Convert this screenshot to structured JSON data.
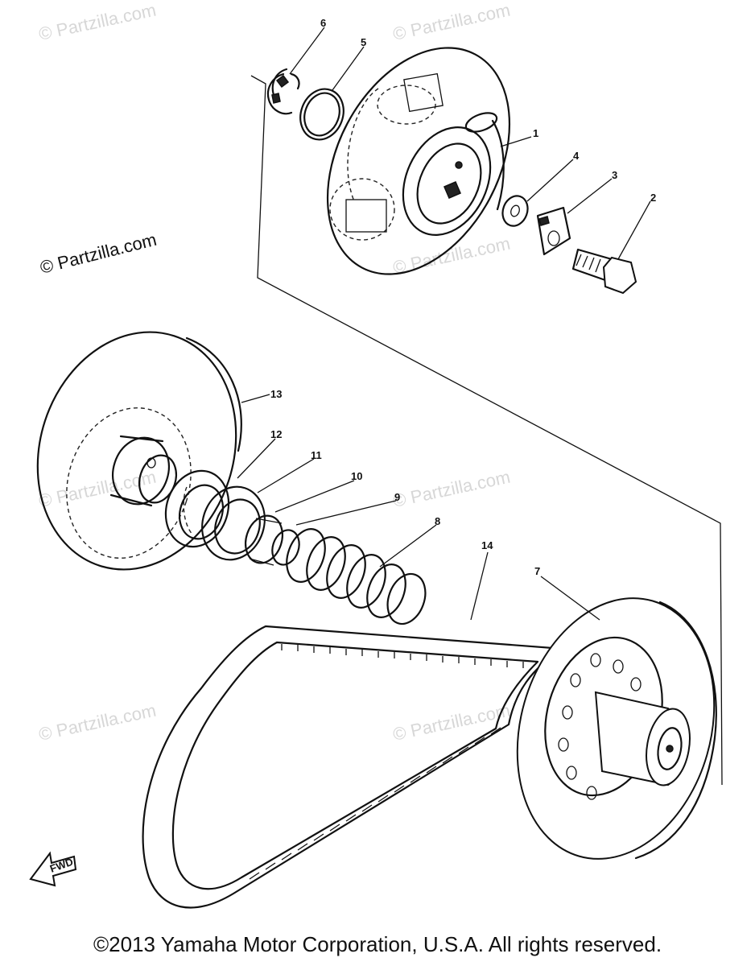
{
  "watermarks": [
    "© Partzilla.com",
    "© Partzilla.com",
    "© Partzilla.com",
    "© Partzilla.com",
    "© Partzilla.com",
    "© Partzilla.com",
    "© Partzilla.com"
  ],
  "watermark_dark": "© Partzilla.com",
  "callouts": [
    "1",
    "2",
    "3",
    "4",
    "5",
    "6",
    "7",
    "8",
    "9",
    "10",
    "11",
    "12",
    "13",
    "14"
  ],
  "arrow_label": "FWD",
  "copyright": "©2013 Yamaha Motor Corporation, U.S.A. All rights reserved."
}
